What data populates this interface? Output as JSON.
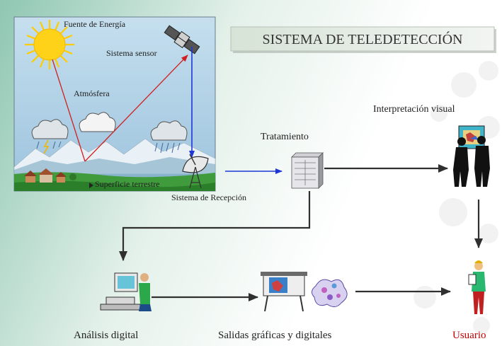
{
  "title": "SISTEMA DE TELEDETECCIÓN",
  "scene": {
    "energy_source": "Fuente de Energía",
    "sensor": "Sistema sensor",
    "atmosphere": "Atmósfera",
    "surface": "Superficie terrestre"
  },
  "nodes": {
    "reception": "Sistema de Recepción",
    "processing": "Tratamiento",
    "visual": "Interpretación visual",
    "digital": "Análisis digital",
    "outputs": "Salidas gráficas y digitales",
    "user": "Usuario"
  },
  "colors": {
    "user_label": "#c00000",
    "title_box": "#e6ece6",
    "scene_sky": "#b5d5e8",
    "sun": "#ffcc00",
    "signal_red": "#d02020",
    "signal_blue": "#1c36d8",
    "flow_arrow": "#303030"
  }
}
